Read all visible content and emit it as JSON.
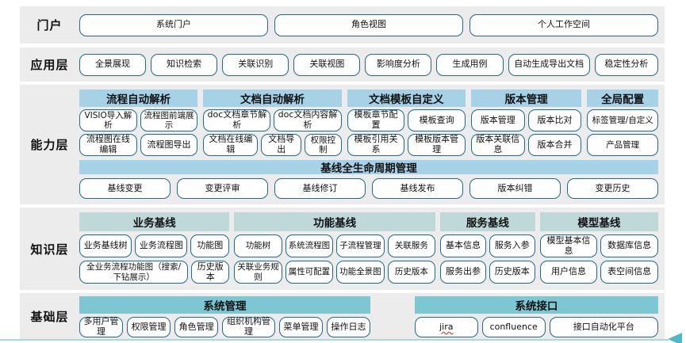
{
  "portal": {
    "label": "门户",
    "items": [
      "系统门户",
      "角色视图",
      "个人工作空间"
    ]
  },
  "application": {
    "label": "应用层",
    "items": [
      "全景展现",
      "知识检索",
      "关联识别",
      "关联视图",
      "影响度分析",
      "生成用例",
      "自动生成导出文档",
      "稳定性分析"
    ]
  },
  "capability": {
    "label": "能力层",
    "groups": [
      {
        "title": "流程自动解析",
        "rows": [
          [
            "VISIO导入解析",
            "流程图前端展示"
          ],
          [
            "流程图在线编辑",
            "流程图导出"
          ]
        ]
      },
      {
        "title": "文档自动解析",
        "rows": [
          [
            "doc文档章节解析",
            "doc文档内容解析"
          ],
          [
            "文档在线编辑",
            "文档导出",
            "权限控制"
          ]
        ]
      },
      {
        "title": "文档模板自定义",
        "rows": [
          [
            "模板章节配置",
            "模板查询"
          ],
          [
            "模板引用关系",
            "模板版本管理"
          ]
        ]
      },
      {
        "title": "版本管理",
        "rows": [
          [
            "版本管理",
            "版本比对"
          ],
          [
            "版本关联信息",
            "版本合并"
          ]
        ]
      },
      {
        "title": "全局配置",
        "rows": [
          [
            "标签管理/自定义"
          ],
          [
            "产品管理"
          ]
        ]
      }
    ],
    "baseline": {
      "title": "基线全生命周期管理",
      "items": [
        "基线变更",
        "变更评审",
        "基线修订",
        "基线发布",
        "版本纠错",
        "变更历史"
      ]
    }
  },
  "knowledge": {
    "label": "知识层",
    "groups": [
      {
        "title": "业务基线",
        "rows": [
          [
            "业务基线树",
            "业务流程图",
            "功能图"
          ],
          [
            "全业务流程功能图（搜索/下钻展示）",
            "历史版本"
          ]
        ]
      },
      {
        "title": "功能基线",
        "rows": [
          [
            "功能树",
            "系统流程图",
            "子流程管理",
            "关联服务"
          ],
          [
            "关联业务规则",
            "属性可配置",
            "功能全景图",
            "历史版本"
          ]
        ]
      },
      {
        "title": "服务基线",
        "rows": [
          [
            "基本信息",
            "服务入参"
          ],
          [
            "服务出参",
            "历史版本"
          ]
        ]
      },
      {
        "title": "模型基线",
        "rows": [
          [
            "模型基本信息",
            "数据库信息"
          ],
          [
            "用户信息",
            "表空间信息"
          ]
        ]
      }
    ]
  },
  "foundation": {
    "label": "基础层",
    "groups": [
      {
        "title": "系统管理",
        "items": [
          "多用户管理",
          "权限管理",
          "角色管理",
          "组织机构管理",
          "菜单管理",
          "操作日志"
        ]
      },
      {
        "title": "系统接口",
        "items": [
          "jira",
          "confluence",
          "接口自动化平台"
        ]
      }
    ]
  },
  "colors": {
    "band_background": "#ececec",
    "capability_header": "#a6d2e8",
    "knowledge_header": "#bfd8d8",
    "foundation_header": "#7cc7d1",
    "button_border": "#1f6a8e",
    "bottom_line": "#a9d6e8",
    "bottom_arrow": "#4fb8c6",
    "jira_underline": "#e03c31"
  }
}
